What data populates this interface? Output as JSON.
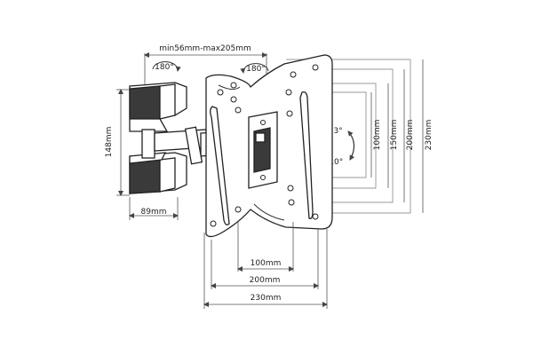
{
  "dimensions": {
    "arm_extension": "min56mm-max205mm",
    "swivel_left": "180°",
    "swivel_right": "180°",
    "wall_plate_height": "148mm",
    "wall_plate_width": "89mm",
    "tilt_up": "+3°",
    "tilt_down": "-10°",
    "vesa_v_100": "100mm",
    "vesa_v_150": "150mm",
    "vesa_v_200": "200mm",
    "vesa_v_230": "230mm",
    "vesa_h_100": "100mm",
    "vesa_h_200": "200mm",
    "vesa_h_230": "230mm"
  },
  "colors": {
    "outline": "#222222",
    "fill": "#ffffff",
    "dark_fill": "#3a3a3a",
    "dimension": "#555555"
  }
}
